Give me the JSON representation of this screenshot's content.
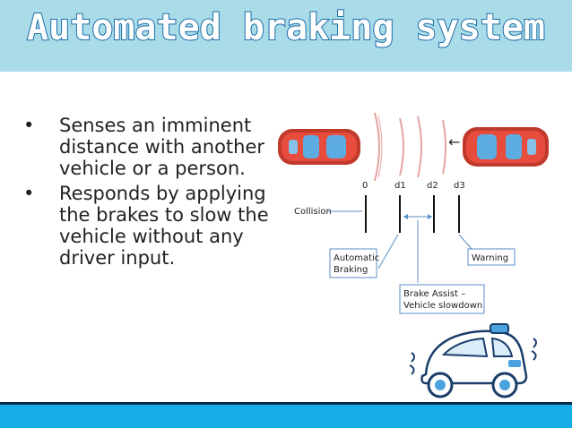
{
  "slide": {
    "title": "Automated braking system",
    "bullets": [
      " Senses an imminent distance with another vehicle or a person.",
      "Responds by applying the brakes to slow the vehicle without any driver input."
    ]
  },
  "diagram": {
    "markers": [
      "0",
      "d1",
      "d2",
      "d3"
    ],
    "labels": {
      "collision": "Collision",
      "automatic_braking_1": "Automatic",
      "automatic_braking_2": "Braking",
      "warning": "Warning",
      "brake_assist_1": "Brake Assist –",
      "brake_assist_2": "Vehicle slowdown"
    },
    "arrow": "←"
  },
  "colors": {
    "title_band": "#a9dbe8",
    "title_outline": "#1b6ea8",
    "footer": "#17aee8",
    "car_body": "#c0392b",
    "car_glass": "#5dade2"
  }
}
